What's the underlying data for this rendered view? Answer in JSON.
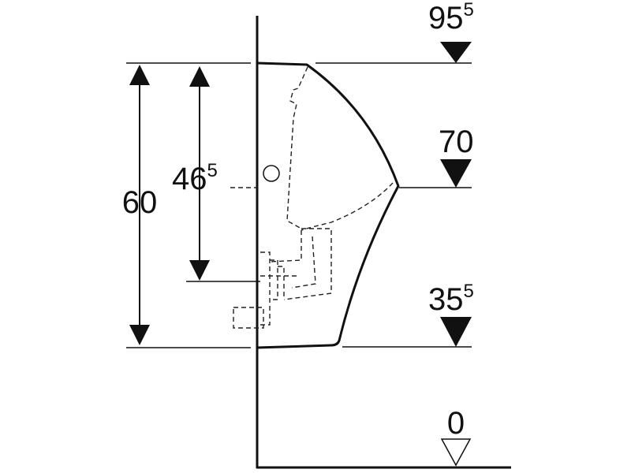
{
  "levels": [
    {
      "main": "95",
      "sup": "5"
    },
    {
      "main": "70",
      "sup": ""
    },
    {
      "main": "35",
      "sup": "5"
    },
    {
      "main": "0",
      "sup": ""
    }
  ],
  "dimensions": {
    "overall_height": {
      "main": "60",
      "sup": ""
    },
    "outlet_height": {
      "main": "46",
      "sup": "5"
    }
  }
}
